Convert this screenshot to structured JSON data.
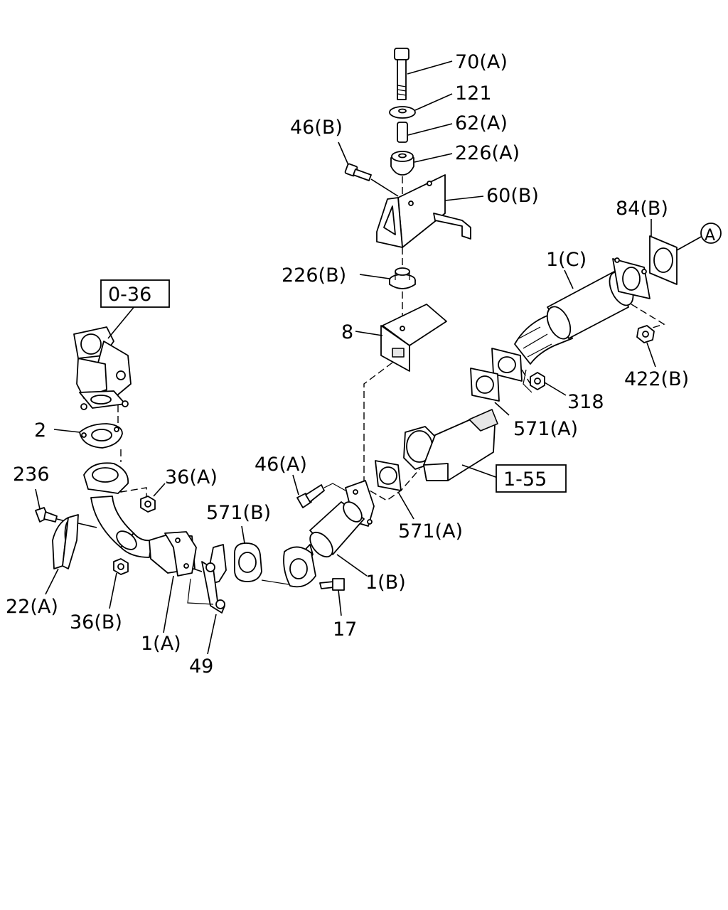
{
  "labels": {
    "p70A": "70(A)",
    "p121": "121",
    "p62A": "62(A)",
    "p226A": "226(A)",
    "p46B": "46(B)",
    "p60B": "60(B)",
    "p84B": "84(B)",
    "pA": "A",
    "p1C": "1(C)",
    "p226B": "226(B)",
    "p036": "0-36",
    "p8": "8",
    "p422B": "422(B)",
    "p318": "318",
    "p571A_1": "571(A)",
    "p2": "2",
    "p236": "236",
    "p36A": "36(A)",
    "p46A": "46(A)",
    "p155": "1-55",
    "p571B": "571(B)",
    "p571A_2": "571(A)",
    "p1B": "1(B)",
    "p22A": "22(A)",
    "p36B": "36(B)",
    "p1A": "1(A)",
    "p17": "17",
    "p49": "49"
  }
}
